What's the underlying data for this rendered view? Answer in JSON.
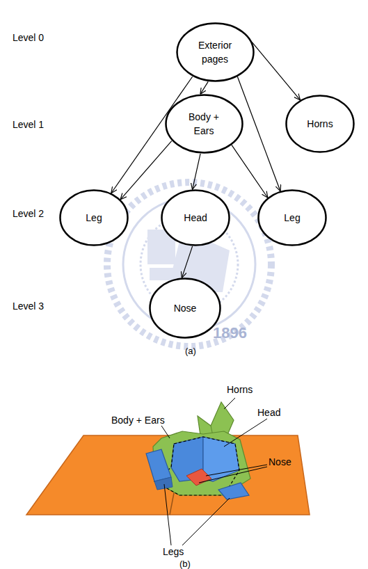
{
  "diagram": {
    "nodes": [
      {
        "text": [
          "Exterior pages"
        ]
      },
      {
        "text": [
          "Body + Ears"
        ]
      },
      {
        "text": [
          "Horns"
        ]
      },
      {
        "text": [
          "Leg"
        ]
      },
      {
        "text": [
          "Head"
        ]
      },
      {
        "text": [
          "Leg"
        ]
      },
      {
        "text": [
          "Nose"
        ]
      }
    ],
    "edges": [
      {
        "from": 0,
        "to": 1,
        "arrow": "to"
      },
      {
        "from": 0,
        "to": 3,
        "arrow": "to"
      },
      {
        "from": 0,
        "to": 5,
        "arrow": "to"
      },
      {
        "from": 0,
        "to": 2,
        "arrow": "to"
      },
      {
        "from": 1,
        "to": 3,
        "arrow": "to"
      },
      {
        "from": 1,
        "to": 4,
        "arrow": "to"
      },
      {
        "from": 1,
        "to": 5,
        "arrow": "to"
      },
      {
        "from": 4,
        "to": 6,
        "arrow": "to"
      }
    ],
    "labels": [
      "Level 0",
      "Level 1",
      "Level 2",
      "Level 3",
      "1896",
      "(a)",
      "Horns",
      "Body + Ears",
      "Head",
      "Nose",
      "Legs",
      "(b)"
    ]
  }
}
